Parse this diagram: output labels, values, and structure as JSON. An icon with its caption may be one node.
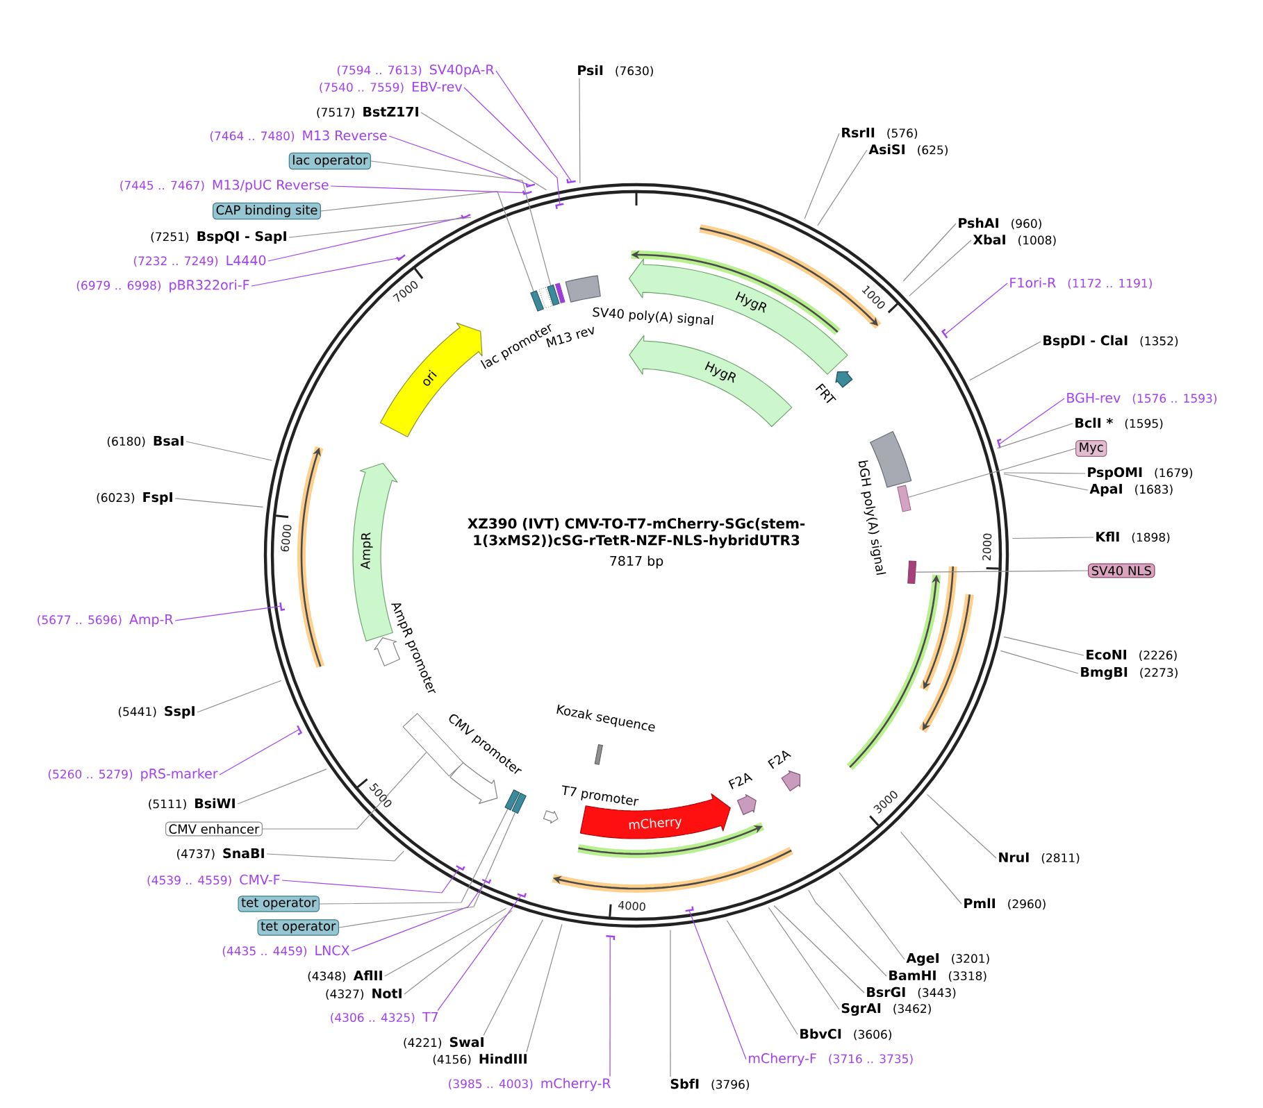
{
  "diagram": {
    "title": "XZ390 (IVT) CMV-TO-T7-mCherry-SGc(stem-1(3xMS2))cSG-rTetR-NZF-NLS-hybridUTR3",
    "nodes": [
      {
        "text": [
          "PsiI",
          "(7630)"
        ]
      },
      {
        "text": [
          "RsrII",
          "(576)"
        ]
      },
      {
        "text": [
          "AsiSI",
          "(625)"
        ]
      },
      {
        "text": [
          "PshAI",
          "(960)"
        ]
      },
      {
        "text": [
          "XbaI",
          "(1008)"
        ]
      },
      {
        "text": [
          "F1ori-R",
          "(1172 .. 1191)"
        ]
      },
      {
        "text": [
          "BspDI - ClaI",
          "(1352)"
        ]
      },
      {
        "text": [
          "BGH-rev",
          "(1576 .. 1593)"
        ]
      },
      {
        "text": [
          "BclI *",
          "(1595)"
        ]
      },
      {
        "text": [
          "Myc"
        ]
      },
      {
        "text": [
          "PspOMI",
          "(1679)"
        ]
      },
      {
        "text": [
          "ApaI",
          "(1683)"
        ]
      },
      {
        "text": [
          "KflI",
          "(1898)"
        ]
      },
      {
        "text": [
          "SV40 NLS"
        ]
      },
      {
        "text": [
          "EcoNI",
          "(2226)"
        ]
      },
      {
        "text": [
          "BmgBI",
          "(2273)"
        ]
      },
      {
        "text": [
          "NruI",
          "(2811)"
        ]
      },
      {
        "text": [
          "PmlI",
          "(2960)"
        ]
      },
      {
        "text": [
          "AgeI",
          "(3201)"
        ]
      },
      {
        "text": [
          "BamHI",
          "(3318)"
        ]
      },
      {
        "text": [
          "BsrGI",
          "(3443)"
        ]
      },
      {
        "text": [
          "SgrAI",
          "(3462)"
        ]
      },
      {
        "text": [
          "BbvCI",
          "(3606)"
        ]
      },
      {
        "text": [
          "mCherry-F",
          "(3716 .. 3735)"
        ]
      },
      {
        "text": [
          "SbfI",
          "(3796)"
        ]
      },
      {
        "text": [
          "(3985 .. 4003)",
          "mCherry-R"
        ]
      },
      {
        "text": [
          "(4156)",
          "HindIII"
        ]
      },
      {
        "text": [
          "(4221)",
          "SwaI"
        ]
      },
      {
        "text": [
          "(4306 .. 4325)",
          "T7"
        ]
      },
      {
        "text": [
          "(4327)",
          "NotI"
        ]
      },
      {
        "text": [
          "(4348)",
          "AflII"
        ]
      },
      {
        "text": [
          "(4435 .. 4459)",
          "LNCX"
        ]
      },
      {
        "text": [
          "tet operator"
        ]
      },
      {
        "text": [
          "tet operator"
        ]
      },
      {
        "text": [
          "(4539 .. 4559)",
          "CMV-F"
        ]
      },
      {
        "text": [
          "(4737)",
          "SnaBI"
        ]
      },
      {
        "text": [
          "CMV enhancer"
        ]
      },
      {
        "text": [
          "(5111)",
          "BsiWI"
        ]
      },
      {
        "text": [
          "(5260 .. 5279)",
          "pRS-marker"
        ]
      },
      {
        "text": [
          "(5441)",
          "SspI"
        ]
      },
      {
        "text": [
          "(5677 .. 5696)",
          "Amp-R"
        ]
      },
      {
        "text": [
          "(6023)",
          "FspI"
        ]
      },
      {
        "text": [
          "(6180)",
          "BsaI"
        ]
      },
      {
        "text": [
          "(6979 .. 6998)",
          "pBR322ori-F"
        ]
      },
      {
        "text": [
          "(7232 .. 7249)",
          "L4440"
        ]
      },
      {
        "text": [
          "(7251)",
          "BspQI - SapI"
        ]
      },
      {
        "text": [
          "CAP binding site"
        ]
      },
      {
        "text": [
          "(7445 .. 7467)",
          "M13/pUC Reverse"
        ]
      },
      {
        "text": [
          "lac operator"
        ]
      },
      {
        "text": [
          "(7464 .. 7480)",
          "M13 Reverse"
        ]
      },
      {
        "text": [
          "(7517)",
          "BstZ17I"
        ]
      },
      {
        "text": [
          "(7540 .. 7559)",
          "EBV-rev"
        ]
      },
      {
        "text": [
          "(7594 .. 7613)",
          "SV40pA-R"
        ]
      },
      {
        "text": [
          "HygR"
        ]
      },
      {
        "text": [
          "HygR"
        ]
      },
      {
        "text": [
          "FRT"
        ]
      },
      {
        "text": [
          "bGH poly(A) signal"
        ]
      },
      {
        "text": [],
        "shape": "box"
      },
      {
        "text": [],
        "shape": "box"
      },
      {
        "text": [
          "F2A"
        ]
      },
      {
        "text": [
          "F2A"
        ]
      },
      {
        "text": [
          "mCherry"
        ]
      },
      {
        "text": [
          "Kozak sequence"
        ]
      },
      {
        "text": [
          "T7 promoter"
        ]
      },
      {
        "text": [],
        "shape": "box"
      },
      {
        "text": [],
        "shape": "box"
      },
      {
        "text": [
          "CMV promoter"
        ]
      },
      {
        "text": [
          "AmpR promoter"
        ]
      },
      {
        "text": [
          "AmpR"
        ]
      },
      {
        "text": [
          "ori"
        ]
      },
      {
        "text": [],
        "shape": "box"
      },
      {
        "text": [
          "lac promoter"
        ]
      },
      {
        "text": [],
        "shape": "box"
      },
      {
        "text": [
          "M13 rev"
        ]
      },
      {
        "text": [
          "SV40 poly(A) signal"
        ]
      },
      {
        "text": [],
        "shape": "box"
      }
    ],
    "edges": [
      {
        "from": 0,
        "to": null,
        "arrow": "none"
      },
      {
        "from": 1,
        "to": null,
        "arrow": "none"
      },
      {
        "from": 2,
        "to": null,
        "arrow": "none"
      },
      {
        "from": 3,
        "to": null,
        "arrow": "none"
      },
      {
        "from": 4,
        "to": null,
        "arrow": "none"
      },
      {
        "from": 5,
        "to": null,
        "arrow": "none",
        "color": "#a040f0"
      },
      {
        "from": 6,
        "to": null,
        "arrow": "none"
      },
      {
        "from": 7,
        "to": null,
        "arrow": "none",
        "color": "#a040f0"
      },
      {
        "from": 8,
        "to": null,
        "arrow": "none"
      },
      {
        "from": 9,
        "to": 57,
        "arrow": "none"
      },
      {
        "from": 10,
        "to": null,
        "arrow": "none"
      },
      {
        "from": 11,
        "to": null,
        "arrow": "none"
      },
      {
        "from": 12,
        "to": null,
        "arrow": "none"
      },
      {
        "from": 13,
        "to": 58,
        "arrow": "none"
      },
      {
        "from": 14,
        "to": null,
        "arrow": "none"
      },
      {
        "from": 15,
        "to": null,
        "arrow": "none"
      },
      {
        "from": 16,
        "to": null,
        "arrow": "none"
      },
      {
        "from": 17,
        "to": null,
        "arrow": "none"
      },
      {
        "from": 18,
        "to": null,
        "arrow": "none"
      },
      {
        "from": 19,
        "to": null,
        "arrow": "none"
      },
      {
        "from": 20,
        "to": null,
        "arrow": "none"
      },
      {
        "from": 21,
        "to": null,
        "arrow": "none"
      },
      {
        "from": 22,
        "to": null,
        "arrow": "none"
      },
      {
        "from": 23,
        "to": null,
        "arrow": "none",
        "color": "#a040f0"
      },
      {
        "from": 24,
        "to": null,
        "arrow": "none"
      },
      {
        "from": 25,
        "to": null,
        "arrow": "none",
        "color": "#a040f0"
      },
      {
        "from": 26,
        "to": null,
        "arrow": "none"
      },
      {
        "from": 27,
        "to": null,
        "arrow": "none"
      },
      {
        "from": 28,
        "to": null,
        "arrow": "none",
        "color": "#a040f0"
      },
      {
        "from": 29,
        "to": null,
        "arrow": "none"
      },
      {
        "from": 30,
        "to": null,
        "arrow": "none"
      },
      {
        "from": 31,
        "to": null,
        "arrow": "none",
        "color": "#a040f0"
      },
      {
        "from": 32,
        "to": 65,
        "arrow": "none"
      },
      {
        "from": 33,
        "to": 64,
        "arrow": "none"
      },
      {
        "from": 34,
        "to": null,
        "arrow": "none",
        "color": "#a040f0"
      },
      {
        "from": 35,
        "to": null,
        "arrow": "none"
      },
      {
        "from": 36,
        "to": 75,
        "arrow": "none"
      },
      {
        "from": 37,
        "to": null,
        "arrow": "none"
      },
      {
        "from": 38,
        "to": null,
        "arrow": "none",
        "color": "#a040f0"
      },
      {
        "from": 39,
        "to": null,
        "arrow": "none"
      },
      {
        "from": 40,
        "to": null,
        "arrow": "none",
        "color": "#a040f0"
      },
      {
        "from": 41,
        "to": null,
        "arrow": "none"
      },
      {
        "from": 42,
        "to": null,
        "arrow": "none"
      },
      {
        "from": 43,
        "to": null,
        "arrow": "none",
        "color": "#a040f0"
      },
      {
        "from": 44,
        "to": null,
        "arrow": "none",
        "color": "#a040f0"
      },
      {
        "from": 45,
        "to": null,
        "arrow": "none"
      },
      {
        "from": 46,
        "to": 70,
        "arrow": "none"
      },
      {
        "from": 47,
        "to": null,
        "arrow": "none",
        "color": "#a040f0"
      },
      {
        "from": 48,
        "to": 72,
        "arrow": "none"
      },
      {
        "from": 49,
        "to": null,
        "arrow": "none",
        "color": "#a040f0"
      },
      {
        "from": 50,
        "to": null,
        "arrow": "none"
      },
      {
        "from": 51,
        "to": null,
        "arrow": "none",
        "color": "#a040f0"
      },
      {
        "from": 52,
        "to": null,
        "arrow": "none",
        "color": "#a040f0"
      }
    ],
    "labels": [
      "7817 bp",
      "1000",
      "2000",
      "3000",
      "4000",
      "5000",
      "6000",
      "7000"
    ]
  }
}
